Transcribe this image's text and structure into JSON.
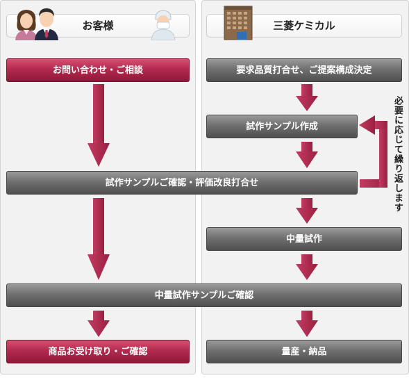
{
  "colors": {
    "accent_red": "#b32a4f",
    "arrow_red": "#b52d52",
    "gray": "#6b6b6b"
  },
  "left": {
    "title": "お客様",
    "icons": [
      "customer-woman-icon",
      "customer-man-icon",
      "lab-worker-icon"
    ],
    "steps": [
      {
        "label": "お問い合わせ・ご相談"
      },
      {
        "label": "商品お受け取り・ご確認"
      }
    ]
  },
  "right": {
    "title": "三菱ケミカル",
    "icons": [
      "building-icon"
    ],
    "steps": [
      {
        "label": "要求品質打合せ、ご提案構成決定"
      },
      {
        "label": "試作サンプル作成"
      },
      {
        "label": "中量試作"
      },
      {
        "label": "量産・納品"
      }
    ],
    "loop_note": "必要に応じて繰り返します"
  },
  "shared": {
    "steps": [
      {
        "label": "試作サンプルご確認・評価改良打合せ"
      },
      {
        "label": "中量試作サンプルご確認"
      }
    ]
  }
}
